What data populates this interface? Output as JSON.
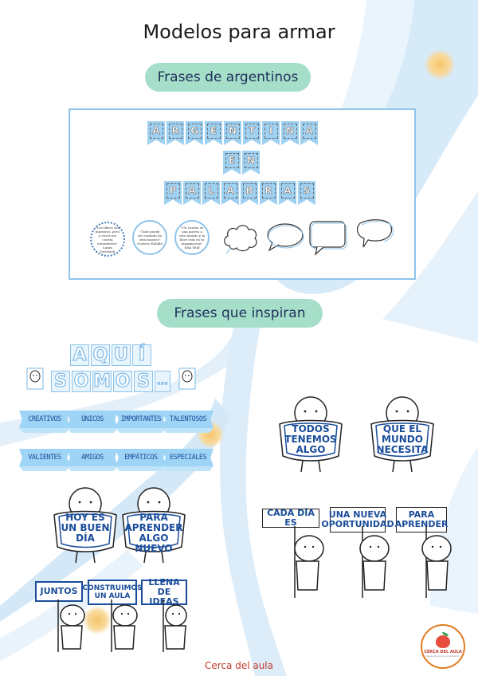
{
  "page": {
    "title": "Modelos para armar",
    "footer": "Cerca del aula"
  },
  "section1": {
    "label": "Frases de argentinos",
    "bunting_rows": [
      [
        "A",
        "R",
        "G",
        "E",
        "N",
        "T",
        "I",
        "N",
        "A"
      ],
      [
        "E",
        "N"
      ],
      [
        "P",
        "A",
        "L",
        "A",
        "B",
        "R",
        "A",
        "S"
      ]
    ],
    "quotes": [
      "\"Los libros son maestros, pero a veces me cuesta entenderlos\" Laura Devetach",
      "\"Todo puede ser contado de otra manera\" Gustavo Roldán",
      "\"Un cuento es una puerta a otro mundo y la llave está en tu imaginación\" Elsa Wolf"
    ]
  },
  "section2": {
    "label": "Frases que inspiran",
    "heading_row1": [
      "A",
      "Q",
      "U",
      "Í"
    ],
    "heading_row2": [
      "S",
      "O",
      "M",
      "O",
      "S",
      "..."
    ],
    "ribbons_row1": [
      "CREATIVOS",
      "ÚNICOS",
      "IMPORTANTES",
      "TALENTOSOS"
    ],
    "ribbons_row2": [
      "VALIENTES",
      "AMIGOS",
      "EMPÁTICOS",
      "ESPECIALES"
    ],
    "figure_signs_top": [
      "TODOS TENEMOS ALGO",
      "QUE EL MUNDO NECESITA"
    ],
    "figure_signs_mid": [
      "HOY ES UN BUEN DÍA",
      "PARA APRENDER ALGO NUEVO"
    ],
    "picket_signs_right": [
      "CADA DÍA ES",
      "UNA NUEVA OPORTUNIDAD",
      "PARA APRENDER"
    ],
    "picket_signs_left": [
      "JUNTOS",
      "CONSTRUIMOS UN AULA",
      "LLENA DE IDEAS"
    ]
  },
  "logo": {
    "name": "CERCA DEL AULA",
    "tagline": "Ideas, Recursos, Inspiración"
  },
  "colors": {
    "accent_pill": "#a6dfc9",
    "flag_blue": "#9fd1f2",
    "text_blue": "#1a4d9b",
    "footer_red": "#c0392b"
  }
}
